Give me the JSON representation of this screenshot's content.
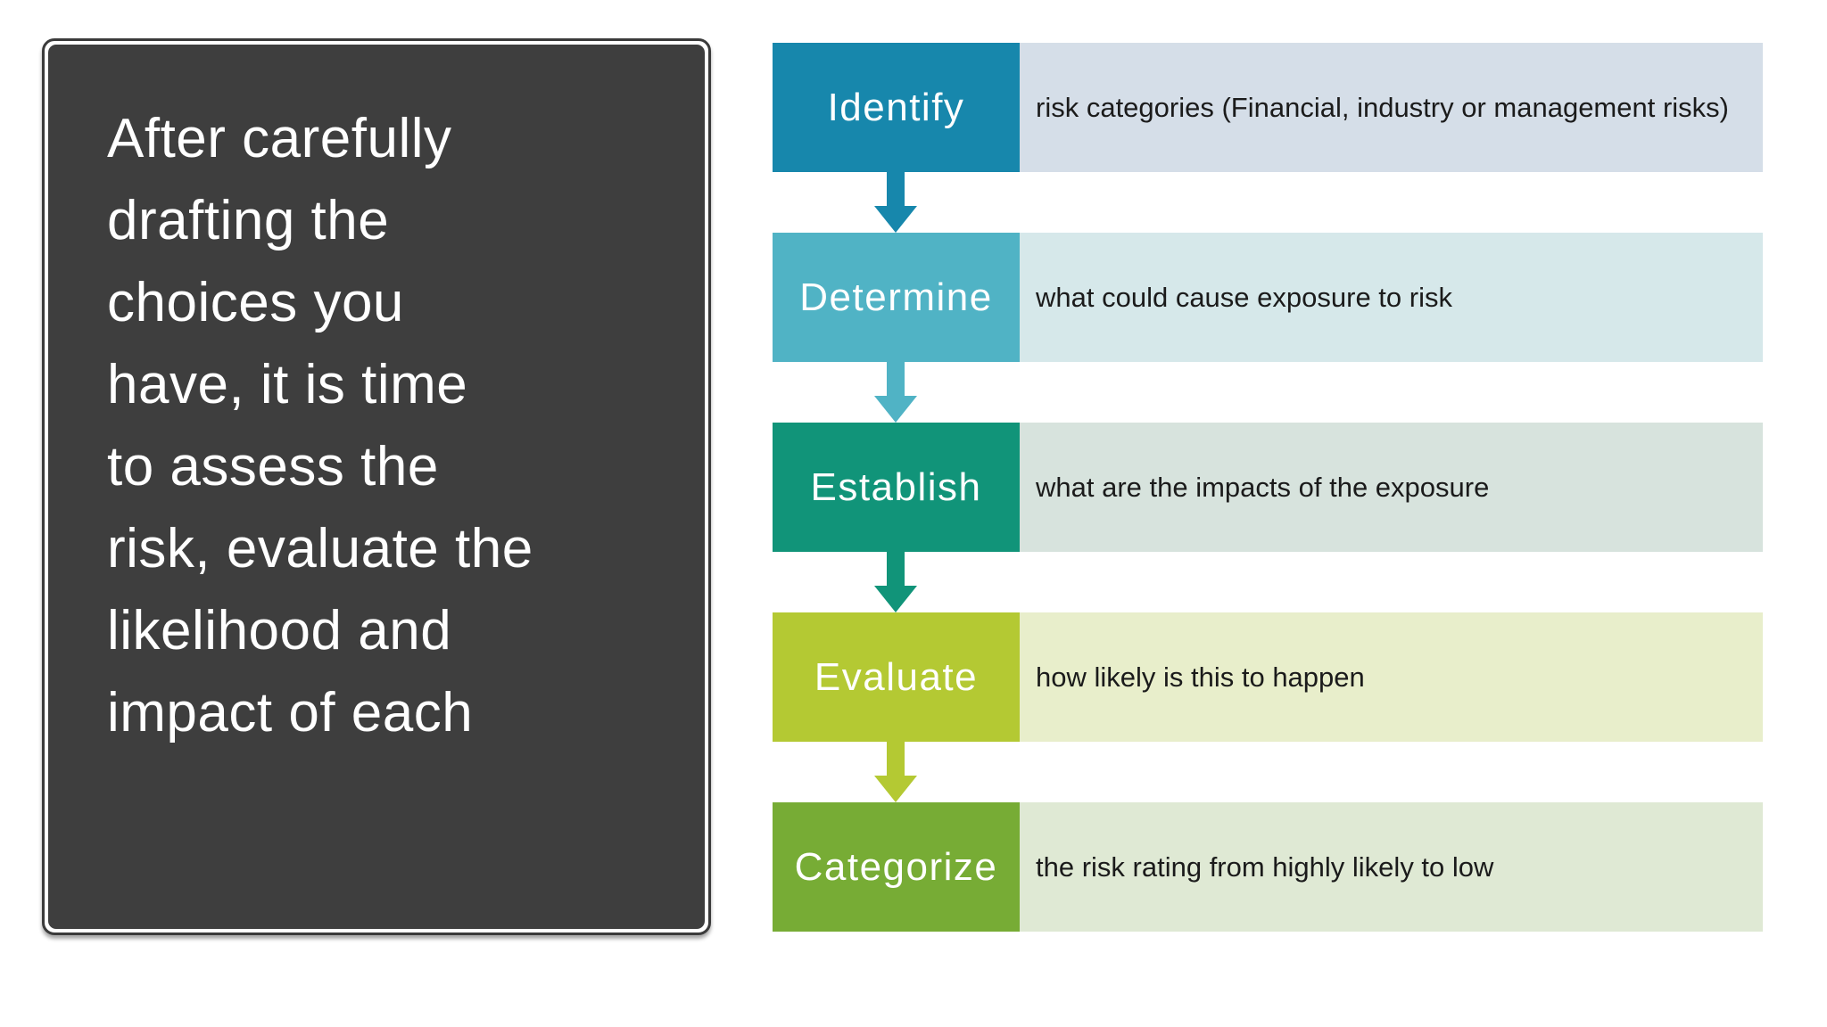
{
  "slide": {
    "background": "#ffffff",
    "left_panel": {
      "text": "After carefully\ndrafting the\nchoices you\nhave, it is time\nto assess the\nrisk, evaluate the\nlikelihood and\nimpact of each",
      "background": "#3e3e3e",
      "border_color": "#3b3b3b",
      "text_color": "#ffffff"
    },
    "process_steps": [
      {
        "label": "Identify",
        "description": "risk categories (Financial, industry or management risks)",
        "label_color": "#1787ac",
        "description_bg": "#d5dee8"
      },
      {
        "label": "Determine",
        "description": "what could cause exposure to risk",
        "label_color": "#50b3c5",
        "description_bg": "#d6e8ea"
      },
      {
        "label": "Establish",
        "description": "what are the impacts of the exposure",
        "label_color": "#119479",
        "description_bg": "#d7e3dd"
      },
      {
        "label": "Evaluate",
        "description": "how likely is this to happen",
        "label_color": "#b4c933",
        "description_bg": "#e8eecb"
      },
      {
        "label": "Categorize",
        "description": "the risk rating from highly likely to low",
        "label_color": "#77ac35",
        "description_bg": "#dfe9d4"
      }
    ],
    "arrows": [
      {
        "direction": "down",
        "color": "#1787ac"
      },
      {
        "direction": "down",
        "color": "#50b3c5"
      },
      {
        "direction": "down",
        "color": "#119479"
      },
      {
        "direction": "down",
        "color": "#b4c933"
      }
    ]
  }
}
